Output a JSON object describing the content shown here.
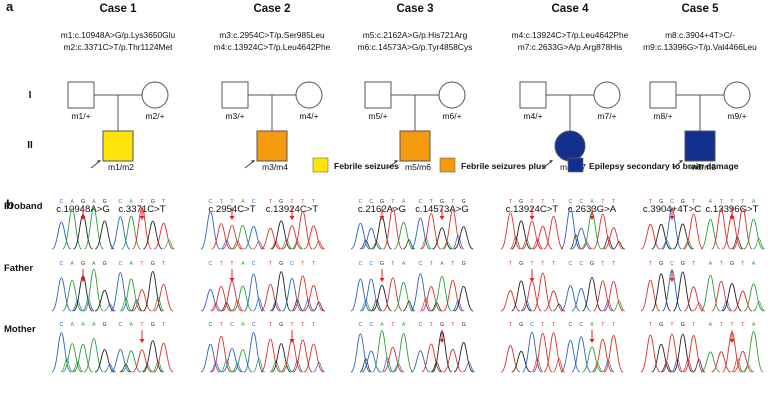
{
  "panel_a": {
    "label": "a",
    "generations": [
      "I",
      "II"
    ],
    "cases": [
      {
        "title": "Case 1",
        "variant1": "m1:c.10948A>G/p.Lys3650Glu",
        "variant2": "m2:c.3371C>T/p.Thr1124Met",
        "father": "m1/+",
        "mother": "m2/+",
        "proband": "m1/m2",
        "sex": "male",
        "color": "#fde309"
      },
      {
        "title": "Case 2",
        "variant1": "m3:c.2954C>T/p.Ser985Leu",
        "variant2": "m4:c.13924C>T/p.Leu4642Phe",
        "father": "m3/+",
        "mother": "m4/+",
        "proband": "m3/m4",
        "sex": "male",
        "color": "#f39a0e"
      },
      {
        "title": "Case 3",
        "variant1": "m5:c.2162A>G/p.His721Arg",
        "variant2": "m6:c.14573A>G/p.Tyr4858Cys",
        "father": "m5/+",
        "mother": "m6/+",
        "proband": "m5/m6",
        "sex": "male",
        "color": "#f39a0e"
      },
      {
        "title": "Case 4",
        "variant1": "m4:c.13924C>T/p.Leu4642Phe",
        "variant2": "m7:c.2633G>A/p.Arg878His",
        "father": "m4/+",
        "mother": "m7/+",
        "proband": "m4/m7",
        "sex": "female",
        "color": "#13308f"
      },
      {
        "title": "Case 5",
        "variant1": "m8:c.3904+4T>C/-",
        "variant2": "m9:c.13396G>T/p.Val4466Leu",
        "father": "m8/+",
        "mother": "m9/+",
        "proband": "m8/m9",
        "sex": "male",
        "color": "#13308f"
      }
    ],
    "legend": [
      {
        "label": "Febrile seizures",
        "color": "#fde309"
      },
      {
        "label": "Febrile seizures plus",
        "color": "#f39a0e"
      },
      {
        "label": "Epilepsy secondary to brain damage",
        "color": "#13308f"
      }
    ]
  },
  "panel_b": {
    "label": "b",
    "rows": [
      "Proband",
      "Father",
      "Mother"
    ],
    "columns": [
      {
        "title": "c.10948A>G",
        "seqs": [
          "CAGAG",
          "CAGAG",
          "CAAAG"
        ],
        "arrows": [
          true,
          true,
          false
        ]
      },
      {
        "title": "c.3371C>T",
        "seqs": [
          "CATGT",
          "CATGT",
          "CATGT"
        ],
        "arrows": [
          true,
          false,
          true
        ]
      },
      {
        "title": "c.2954C>T",
        "seqs": [
          "CTTAC",
          "CTTAC",
          "CTCAC"
        ],
        "arrows": [
          true,
          true,
          false
        ]
      },
      {
        "title": "c.13924C>T",
        "seqs": [
          "TGTTT",
          "TGCTT",
          "TGTTT"
        ],
        "arrows": [
          true,
          false,
          true
        ]
      },
      {
        "title": "c.2162A>G",
        "seqs": [
          "CCGTA",
          "CCGTA",
          "CCATA"
        ],
        "arrows": [
          true,
          true,
          false
        ]
      },
      {
        "title": "c.14573A>G",
        "seqs": [
          "CTGTG",
          "CTATG",
          "CTGTG"
        ],
        "arrows": [
          true,
          false,
          true
        ]
      },
      {
        "title": "c.13924C>T",
        "seqs": [
          "TGTTT",
          "TGTTT",
          "TGCTT"
        ],
        "arrows": [
          true,
          true,
          false
        ]
      },
      {
        "title": "c.2633G>A",
        "seqs": [
          "CCATT",
          "CCGTT",
          "CCATT"
        ],
        "arrows": [
          true,
          false,
          true
        ]
      },
      {
        "title": "c.3904+4T>C",
        "seqs": [
          "TGCGT",
          "TGCGT",
          "TGTGT"
        ],
        "arrows": [
          true,
          true,
          false
        ]
      },
      {
        "title": "c.13396G>T",
        "seqs": [
          "ATTTA",
          "ATGTA",
          "ATTTA"
        ],
        "arrows": [
          true,
          false,
          true
        ]
      }
    ]
  },
  "colors": {
    "A": "#2e9e3e",
    "C": "#2f63c4",
    "G": "#222222",
    "T": "#d7332d",
    "arrow": "#e02020",
    "line": "#555555"
  }
}
